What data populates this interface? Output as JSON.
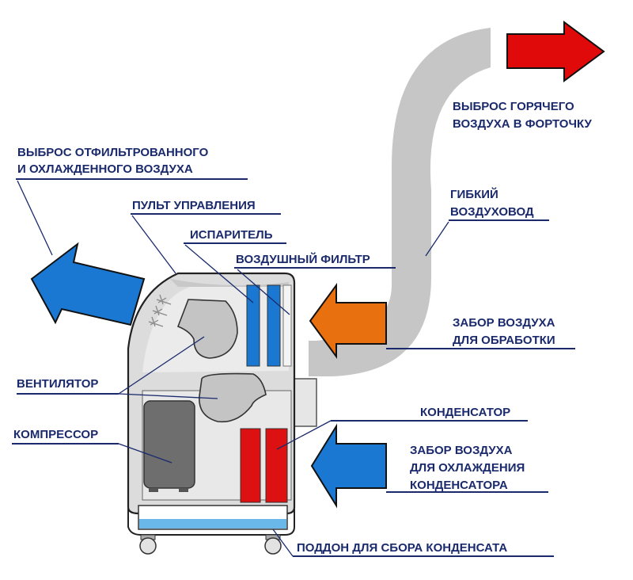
{
  "diagram": {
    "title": "Portable air conditioner schematic",
    "colors": {
      "label_text": "#1a2a6c",
      "cold_air": "#1a78d2",
      "hot_air": "#e00a0a",
      "intake_air": "#e8700f",
      "duct": "#c6c6c6",
      "body": "#dcdcdc",
      "body_light": "#ebebeb",
      "compressor": "#6e6e6e",
      "condenser": "#dd1111",
      "evaporator": "#1a78d2",
      "tray_water": "#6ab8ea"
    },
    "labels": {
      "cooled_out_1": "ВЫБРОС ОТФИЛЬТРОВАННОГО",
      "cooled_out_2": "И ОХЛАЖДЕННОГО ВОЗДУХА",
      "control_panel": "ПУЛЬТ УПРАВЛЕНИЯ",
      "evaporator": "ИСПАРИТЕЛЬ",
      "air_filter": "ВОЗДУШНЫЙ ФИЛЬТР",
      "hot_out_1": "ВЫБРОС ГОРЯЧЕГО",
      "hot_out_2": "ВОЗДУХА В ФОРТОЧКУ",
      "duct_1": "ГИБКИЙ",
      "duct_2": "ВОЗДУХОВОД",
      "intake_1": "ЗАБОР ВОЗДУХА",
      "intake_2": "ДЛЯ ОБРАБОТКИ",
      "fan": "ВЕНТИЛЯТОР",
      "compressor": "КОМПРЕССОР",
      "condenser": "КОНДЕНСАТОР",
      "cond_intake_1": "ЗАБОР ВОЗДУХА",
      "cond_intake_2": "ДЛЯ ОХЛАЖДЕНИЯ",
      "cond_intake_3": "КОНДЕНСАТОРА",
      "tray": "ПОДДОН ДЛЯ СБОРА КОНДЕНСАТА"
    }
  }
}
